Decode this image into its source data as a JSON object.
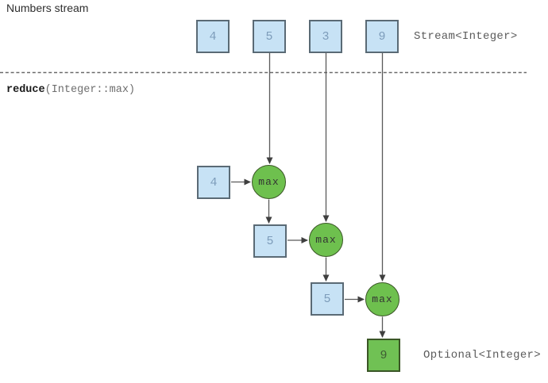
{
  "title": "Numbers stream",
  "stream": {
    "label": "Stream<Integer>",
    "values": [
      "4",
      "5",
      "3",
      "9"
    ]
  },
  "reduce": {
    "keyword": "reduce",
    "args": "(Integer::max)"
  },
  "stages": [
    {
      "operand": "4",
      "operator": "max"
    },
    {
      "operand": "5",
      "operator": "max"
    },
    {
      "operand": "5",
      "operator": "max"
    }
  ],
  "result": {
    "value": "9",
    "label": "Optional<Integer>"
  },
  "colors": {
    "box_fill": "#c7e2f5",
    "box_border": "#5a6a75",
    "box_text": "#7d9cba",
    "node_fill": "#6ec04e",
    "node_border": "#3a5626",
    "node_text": "#333333",
    "result_fill": "#70c154",
    "result_border": "#3a5626",
    "result_text": "#3f5d33",
    "line": "#5a5a5a",
    "arrow": "#3f3f3f",
    "label": "#5b5b5b",
    "title": "#2e2e2e",
    "reduce_keyword": "#1a1a1a",
    "reduce_args": "#6e6e6e"
  }
}
